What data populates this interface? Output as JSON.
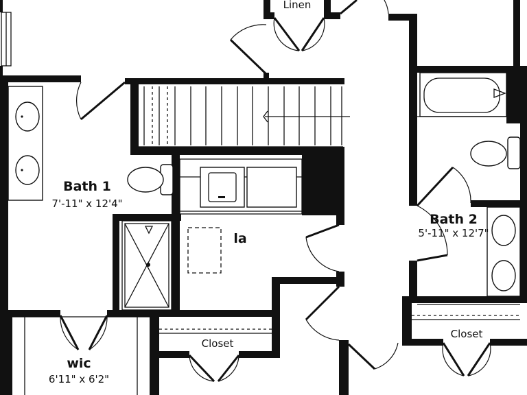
{
  "rooms": {
    "bath1": {
      "name": "Bath 1",
      "dims": "7'-11\" x 12'4\""
    },
    "bath2": {
      "name": "Bath 2",
      "dims": "5'-11\" x 12'7\""
    },
    "wic": {
      "name": "wic",
      "dims": "6'11\" x 6'2\""
    },
    "laundry": {
      "name": "la"
    }
  },
  "labels": {
    "linen": "Linen",
    "closet_left": "Closet",
    "closet_right": "Closet"
  },
  "colors": {
    "wall": "#111111",
    "background": "#ffffff"
  }
}
